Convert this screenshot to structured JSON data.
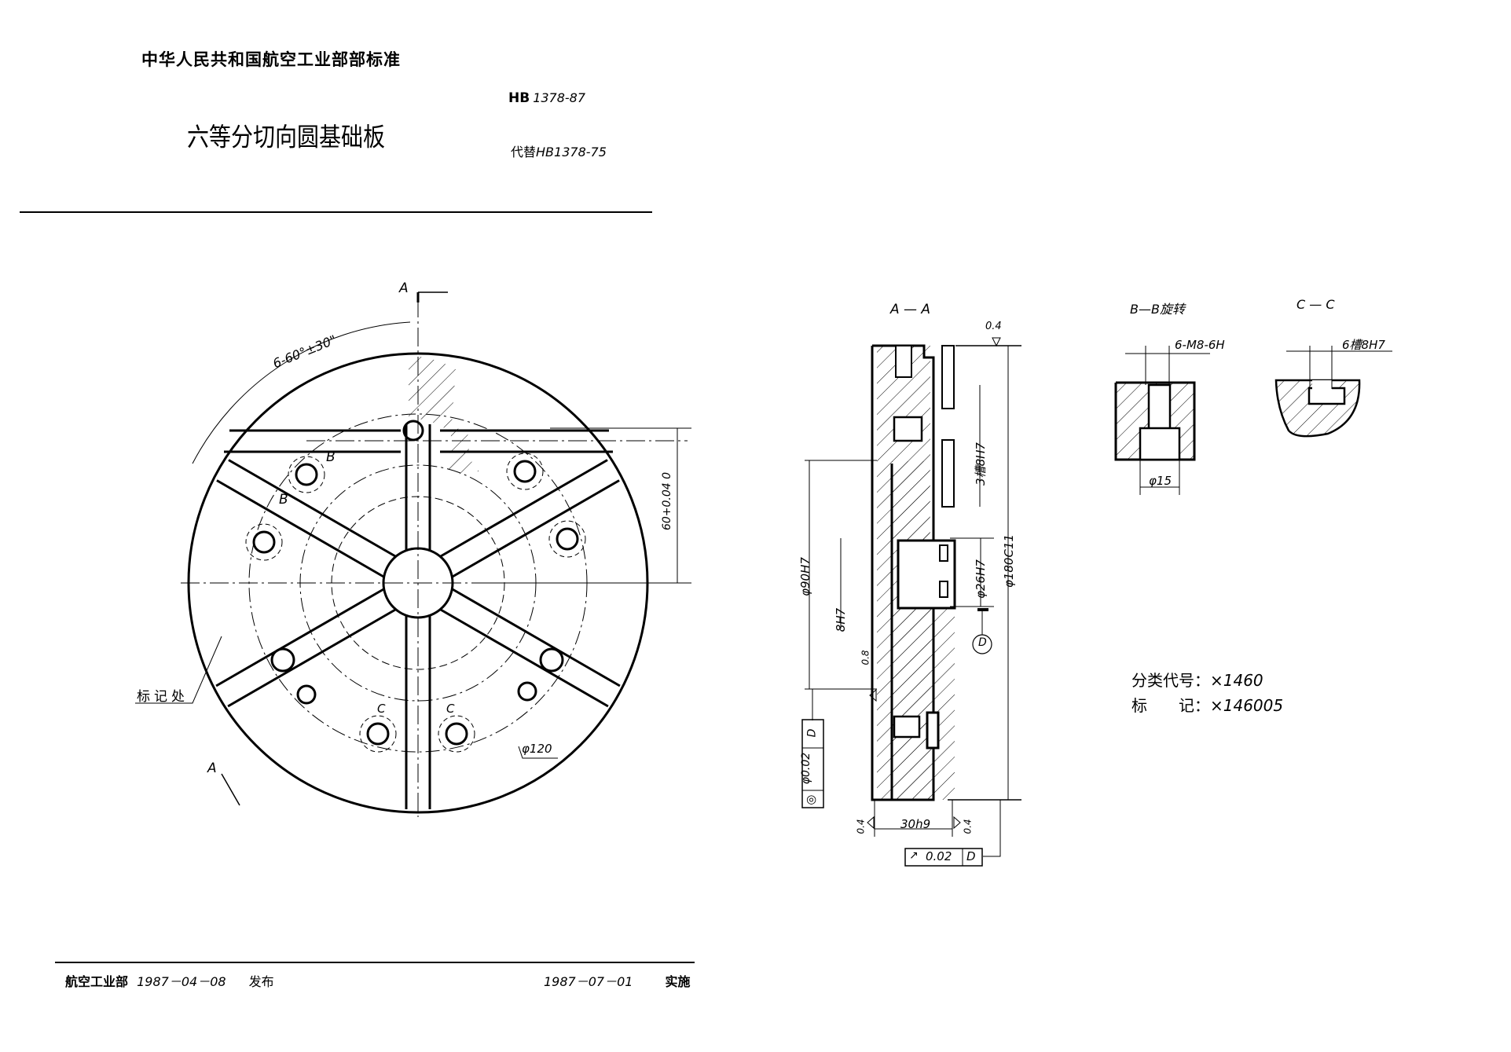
{
  "header": {
    "organization": "中华人民共和国航空工业部部标准",
    "standard_prefix": "HB",
    "standard_number": "1378-87",
    "title": "六等分切向圆基础板",
    "replaces_label": "代替",
    "replaces_number": "HB1378-75"
  },
  "front_view": {
    "section_mark_top": "A",
    "section_mark_bottom": "A",
    "angle_dim": "6-60°±30\"",
    "height_dim": "60+0.04 0",
    "detail_b_upper": "B",
    "detail_b_lower": "B",
    "pitch_circle": "φ120",
    "marking_location": "标记处",
    "detail_c_left": "C",
    "detail_c_right": "C"
  },
  "section_aa": {
    "title": "A — A",
    "roughness_top": "0.4",
    "roughness_bore": "0.8",
    "roughness_left": "0.4",
    "roughness_right": "0.4",
    "dim_slots": "3槽8H7",
    "dim_bore_small": "φ26H7",
    "dim_outer": "φ180C11",
    "dim_bore_large": "φ90H7",
    "dim_keyway": "8H7",
    "dim_thickness": "30h9",
    "datum": "D",
    "tol_concentric": [
      "◎",
      "φ0.02",
      "D"
    ],
    "tol_runout": [
      "↗",
      "0.02",
      "D"
    ]
  },
  "section_bb": {
    "title": "B—B旋转",
    "thread": "6-M8-6H",
    "counterbore": "φ15"
  },
  "section_cc": {
    "title": "C — C",
    "slot": "6槽8H7"
  },
  "classification": {
    "code_label": "分类代号：",
    "code_value": "×1460",
    "mark_label": "标　　记：",
    "mark_value": "×146005"
  },
  "footer": {
    "issuer": "航空工业部",
    "issue_date": "1987－04－08",
    "issue_label": "发布",
    "effective_date": "1987－07－01",
    "effective_label": "实施"
  }
}
